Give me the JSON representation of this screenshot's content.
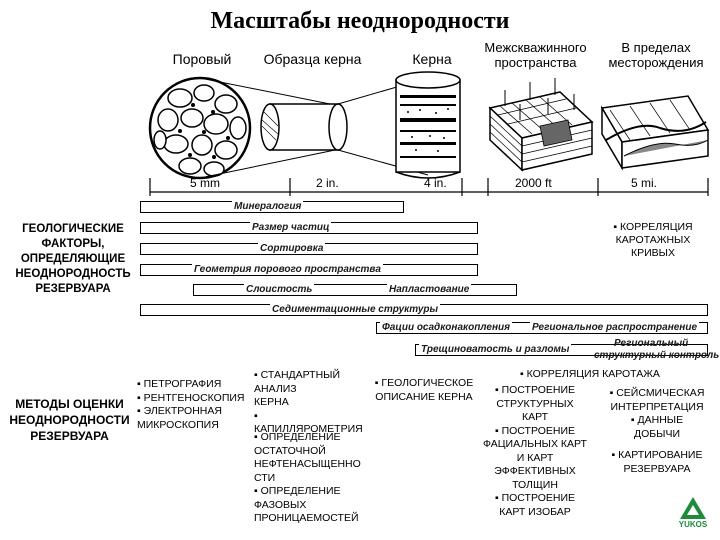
{
  "title": "Масштабы неоднородности",
  "scale_headers": {
    "pore": "Поровый",
    "core_sample": "Образца керна",
    "core": "Керна",
    "interwell_line1": "Межскважинного",
    "interwell_line2": "пространства",
    "field_line1": "В пределах",
    "field_line2": "месторождения"
  },
  "scale_ticks": [
    "5 mm",
    "2 in.",
    "4 in.",
    "2000 ft",
    "5 mi."
  ],
  "geo_factors_label": [
    "ГЕОЛОГИЧЕСКИЕ",
    "ФАКТОРЫ,",
    "ОПРЕДЕЛЯЮЩИЕ",
    "НЕОДНОРОДНОСТЬ",
    "РЕЗЕРВУАРА"
  ],
  "bars": {
    "mineralogy": "Минералогия",
    "particle_size": "Размер частиц",
    "sorting": "Сортировка",
    "pore_geometry": "Геометрия порового пространства",
    "layering": "Слоистость",
    "lamination": "Напластование",
    "sedimentation": "Седиментационные структуры",
    "facies": "Фации осадконакопления",
    "regional_distribution": "Региональное распространение",
    "fracturing": "Трещиноватость и разломы",
    "regional_structural_1": "Региональный",
    "regional_structural_2": "структурный контроль"
  },
  "log_correlation": [
    "▪ КОРРЕЛЯЦИЯ",
    "КАРОТАЖНЫХ",
    "КРИВЫХ"
  ],
  "methods_label": [
    "МЕТОДЫ ОЦЕНКИ",
    "НЕОДНОРОДНОСТИ",
    "РЕЗЕРВУАРА"
  ],
  "methods": {
    "col1": [
      "▪ ПЕТРОГРАФИЯ",
      "▪ РЕНТГЕНОСКОПИЯ",
      "▪ ЭЛЕКТРОННАЯ",
      "МИКРОСКОПИЯ"
    ],
    "col2a": [
      "▪ СТАНДАРТНЫЙ",
      "АНАЛИЗ",
      "КЕРНА",
      "▪ КАПИЛЛЯРОМЕТРИЯ"
    ],
    "col2b": [
      "▪ ОПРЕДЕЛЕНИЕ",
      "ОСТАТОЧНОЙ",
      "НЕФТЕНАСЫЩЕННО",
      "СТИ",
      "▪ ОПРЕДЕЛЕНИЕ",
      "ФАЗОВЫХ",
      "ПРОНИЦАЕМОСТЕЙ"
    ],
    "col3": [
      "▪ ГЕОЛОГИЧЕСКОЕ",
      "ОПИСАНИЕ КЕРНА"
    ],
    "log_correlation_top": "▪ КОРРЕЛЯЦИЯ КАРОТАЖА",
    "col4": [
      "▪ ПОСТРОЕНИЕ",
      "СТРУКТУРНЫХ",
      "КАРТ",
      "▪ ПОСТРОЕНИЕ",
      "ФАЦИАЛЬНЫХ КАРТ",
      "И КАРТ",
      "ЭФФЕКТИВНЫХ",
      "ТОЛЩИН",
      "▪ ПОСТРОЕНИЕ",
      "КАРТ ИЗОБАР"
    ],
    "col5": [
      "▪ СЕЙСМИЧЕСКАЯ",
      "ИНТЕРПРЕТАЦИЯ",
      "▪ ДАННЫЕ",
      "ДОБЫЧИ",
      "▪ КАРТИРОВАНИЕ",
      "РЕЗЕРВУАРА"
    ]
  },
  "logo_text": "YUKOS",
  "colors": {
    "logo": "#1f8a3a",
    "ink": "#000000"
  }
}
